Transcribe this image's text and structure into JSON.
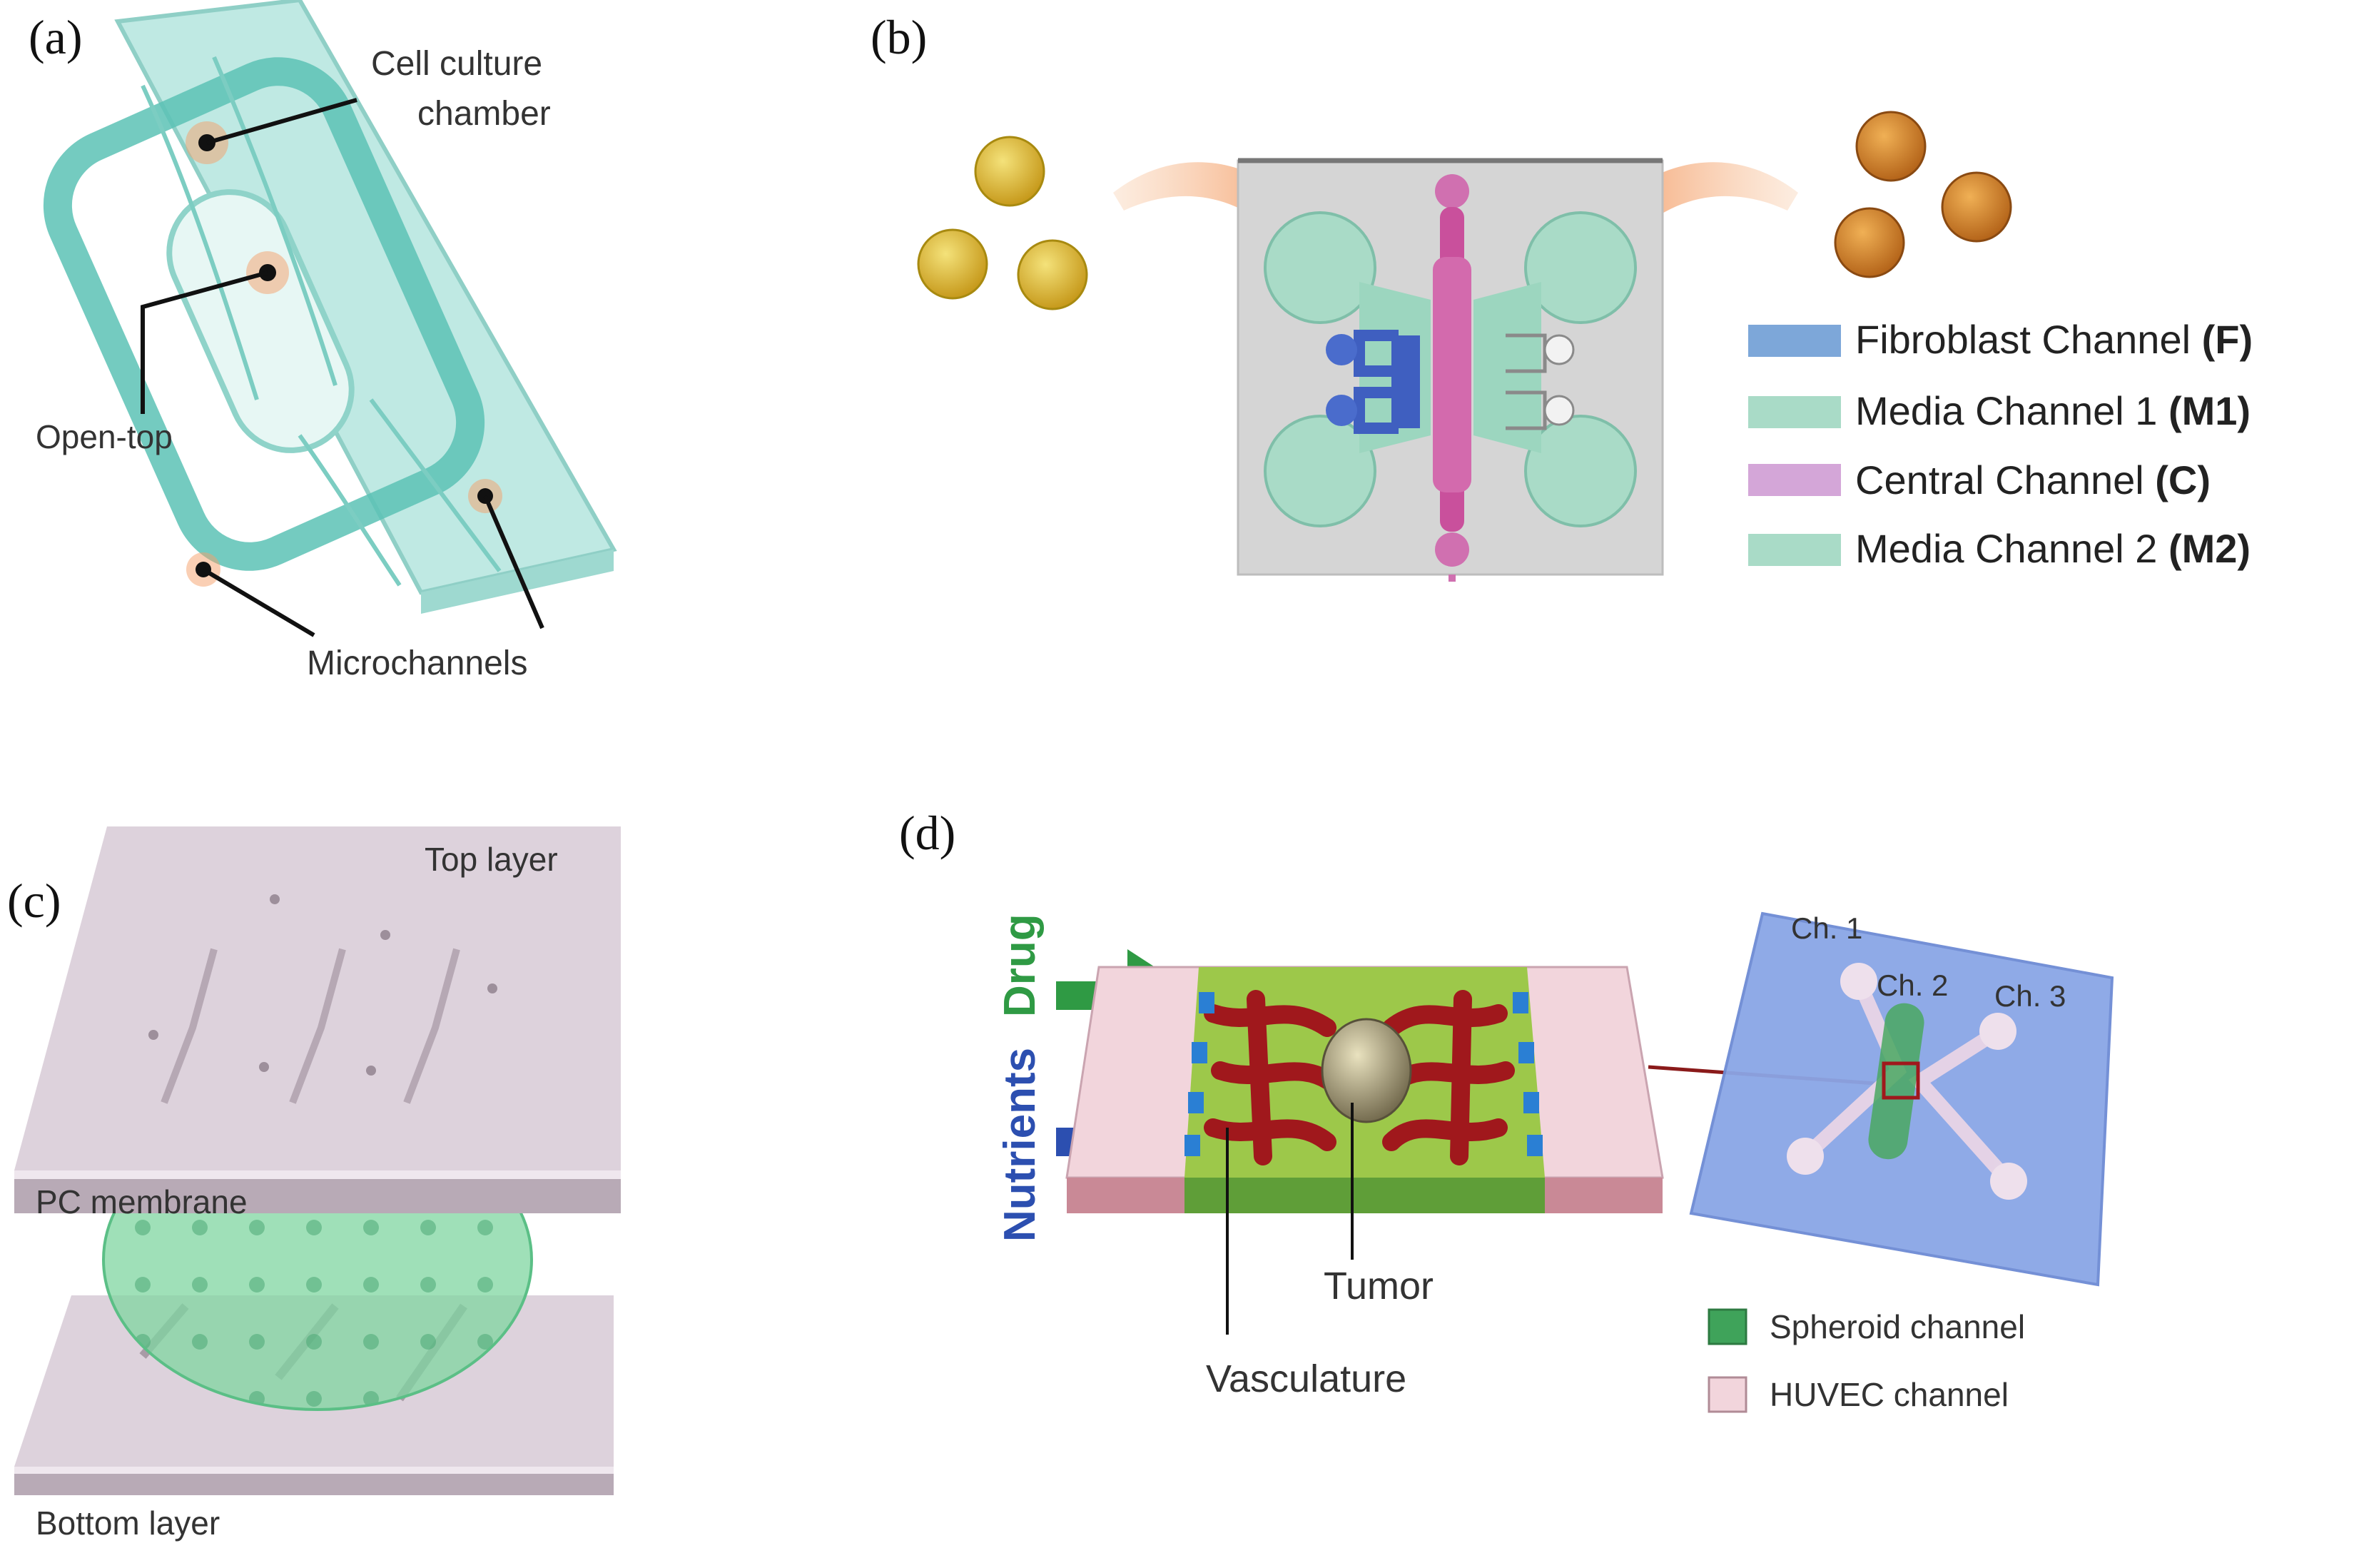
{
  "panels": {
    "a": {
      "label": "(a)",
      "callouts": {
        "chamber_line1": "Cell culture",
        "chamber_line2": "chamber",
        "open_top": "Open-top",
        "microchannels": "Microchannels"
      }
    },
    "b": {
      "label": "(b)",
      "legend": [
        {
          "name": "Fibroblast Channel ",
          "abbr": "(F)",
          "color": "#7da7d9"
        },
        {
          "name": "Media Channel 1 ",
          "abbr": "(M1)",
          "color": "#a9dbc7"
        },
        {
          "name": "Central Channel ",
          "abbr": "(C)",
          "color": "#d4a6d8"
        },
        {
          "name": "Media Channel 2 ",
          "abbr": "(M2)",
          "color": "#a9dbc7"
        }
      ]
    },
    "c": {
      "label": "(c)",
      "layers": {
        "top": "Top layer",
        "membrane": "PC membrane",
        "bottom": "Bottom layer"
      }
    },
    "d": {
      "label": "(d)",
      "inputs": {
        "drug": "Drug",
        "nutrients": "Nutrients"
      },
      "parts": {
        "tumor": "Tumor",
        "vasculature": "Vasculature"
      },
      "channels": {
        "ch1": "Ch. 1",
        "ch2": "Ch. 2",
        "ch3": "Ch. 3"
      },
      "legend": [
        {
          "name": "Spheroid channel",
          "color": "#3fa35a"
        },
        {
          "name": "HUVEC channel",
          "color": "#f2d5dc"
        }
      ]
    }
  },
  "colors": {
    "chip_teal": "#7fd2c8",
    "accent_orange": "#f5a06a",
    "drug_green": "#2f9a44",
    "nutrient_blue": "#2c4fb0",
    "vessel_red": "#a0181c",
    "layer_grey": "#ddd2dc",
    "membrane_green": "#7fd6a0"
  }
}
